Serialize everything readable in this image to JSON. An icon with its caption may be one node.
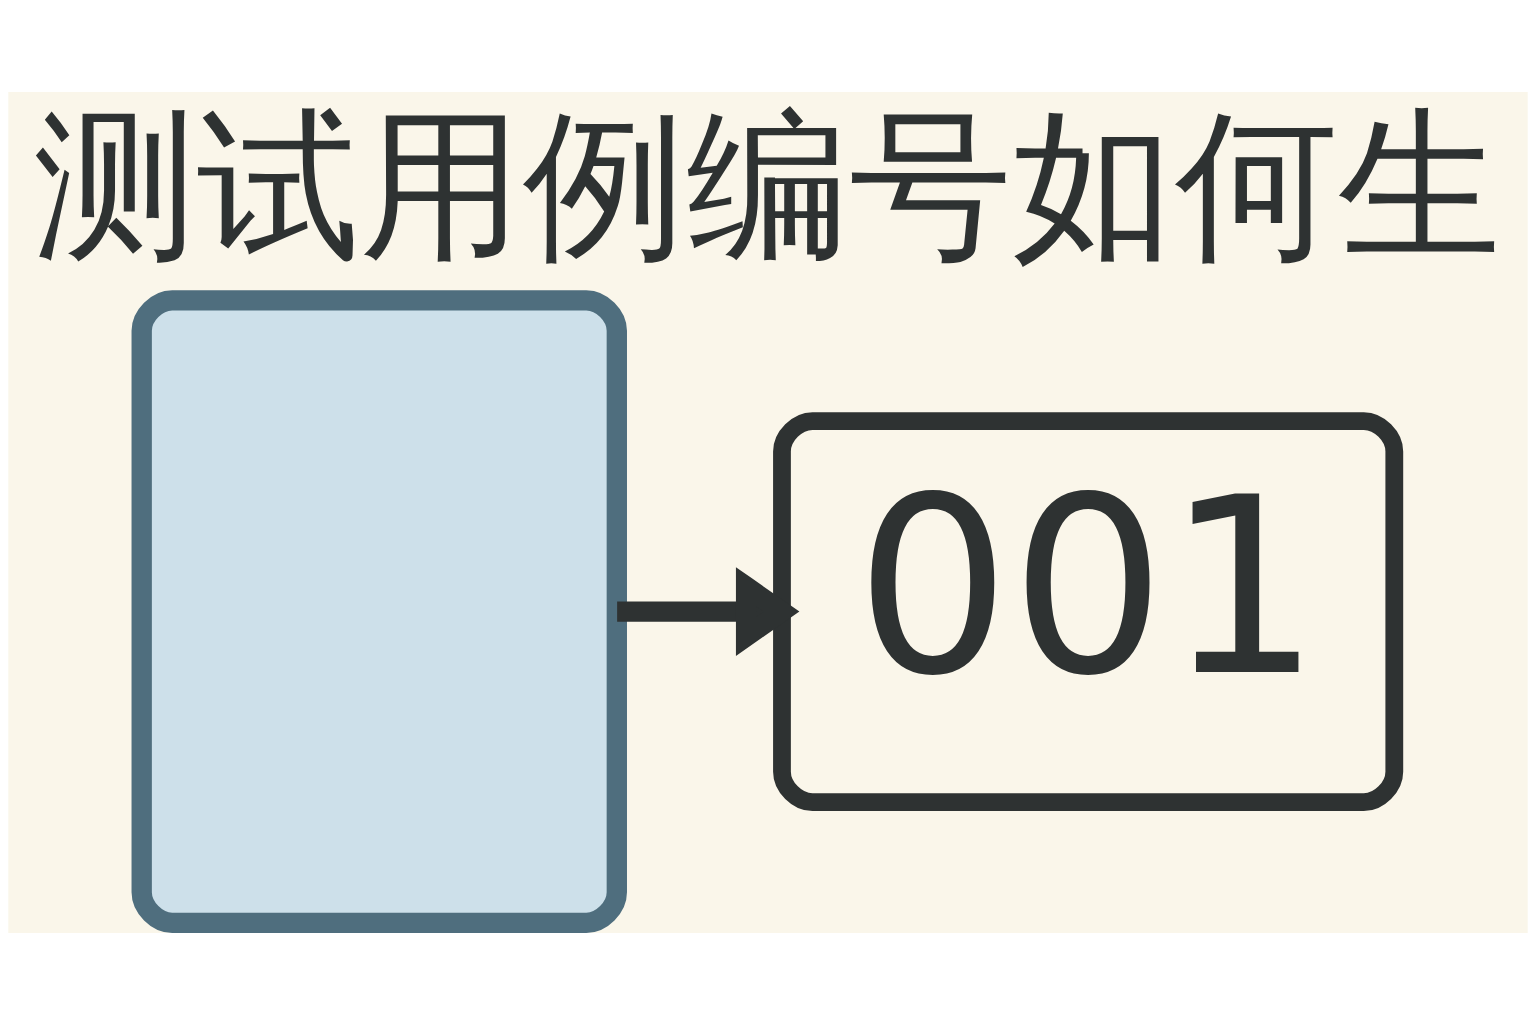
{
  "diagram": {
    "title": "测试用例编号如何生",
    "nodes": [
      {
        "text": [],
        "shape": "box"
      },
      {
        "text": [
          "001"
        ]
      }
    ],
    "edges": [
      {
        "from": 0,
        "to": 1,
        "arrow": "to"
      }
    ]
  }
}
